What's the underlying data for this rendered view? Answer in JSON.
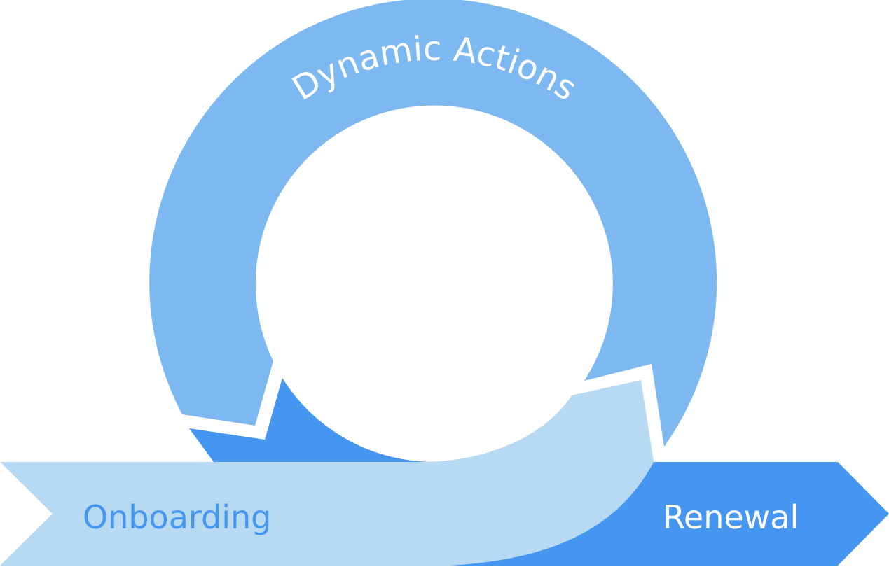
{
  "diagram": {
    "type": "lifecycle-cycle",
    "stages": [
      {
        "id": "onboarding",
        "label": "Onboarding",
        "color": "#b8d9f2",
        "text_color": "#4596f0"
      },
      {
        "id": "dynamic-actions",
        "label": "Dynamic Actions",
        "color": "#7db8f0",
        "text_color": "#ffffff"
      },
      {
        "id": "renewal",
        "label": "Renewal",
        "color": "#4596f0",
        "text_color": "#ffffff"
      }
    ],
    "flow": [
      "Onboarding",
      "Dynamic Actions",
      "Renewal"
    ]
  },
  "colors": {
    "background": "#ffffff",
    "light": "#b8d9f2",
    "mid": "#7db8f0",
    "dark": "#4596f0"
  }
}
